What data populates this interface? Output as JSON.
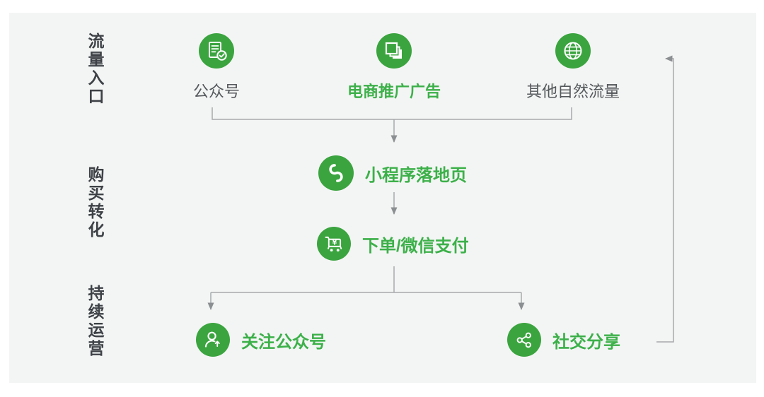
{
  "colors": {
    "icon_green": "#3ba43f",
    "text_green": "#3cb049",
    "text_gray": "#55585b",
    "stage_label_gray": "#3e4247",
    "line_gray": "#a7aaac",
    "arrowhead_gray": "#8c8f91",
    "panel_bg": "#f3f5f4"
  },
  "stages": [
    {
      "label": "流量入口"
    },
    {
      "label": "购买转化"
    },
    {
      "label": "持续运营"
    }
  ],
  "nodes": {
    "traffic_sources": [
      {
        "label": "公众号",
        "icon": "official-account-icon",
        "emphasis": false
      },
      {
        "label": "电商推广广告",
        "icon": "ads-icon",
        "emphasis": true
      },
      {
        "label": "其他自然流量",
        "icon": "globe-icon",
        "emphasis": false
      }
    ],
    "landing": {
      "label": "小程序落地页",
      "icon": "miniprogram-icon"
    },
    "order": {
      "label": "下单/微信支付",
      "icon": "cart-yen-icon"
    },
    "retention": [
      {
        "label": "关注公众号",
        "icon": "follow-user-icon"
      },
      {
        "label": "社交分享",
        "icon": "share-icon"
      }
    ]
  }
}
